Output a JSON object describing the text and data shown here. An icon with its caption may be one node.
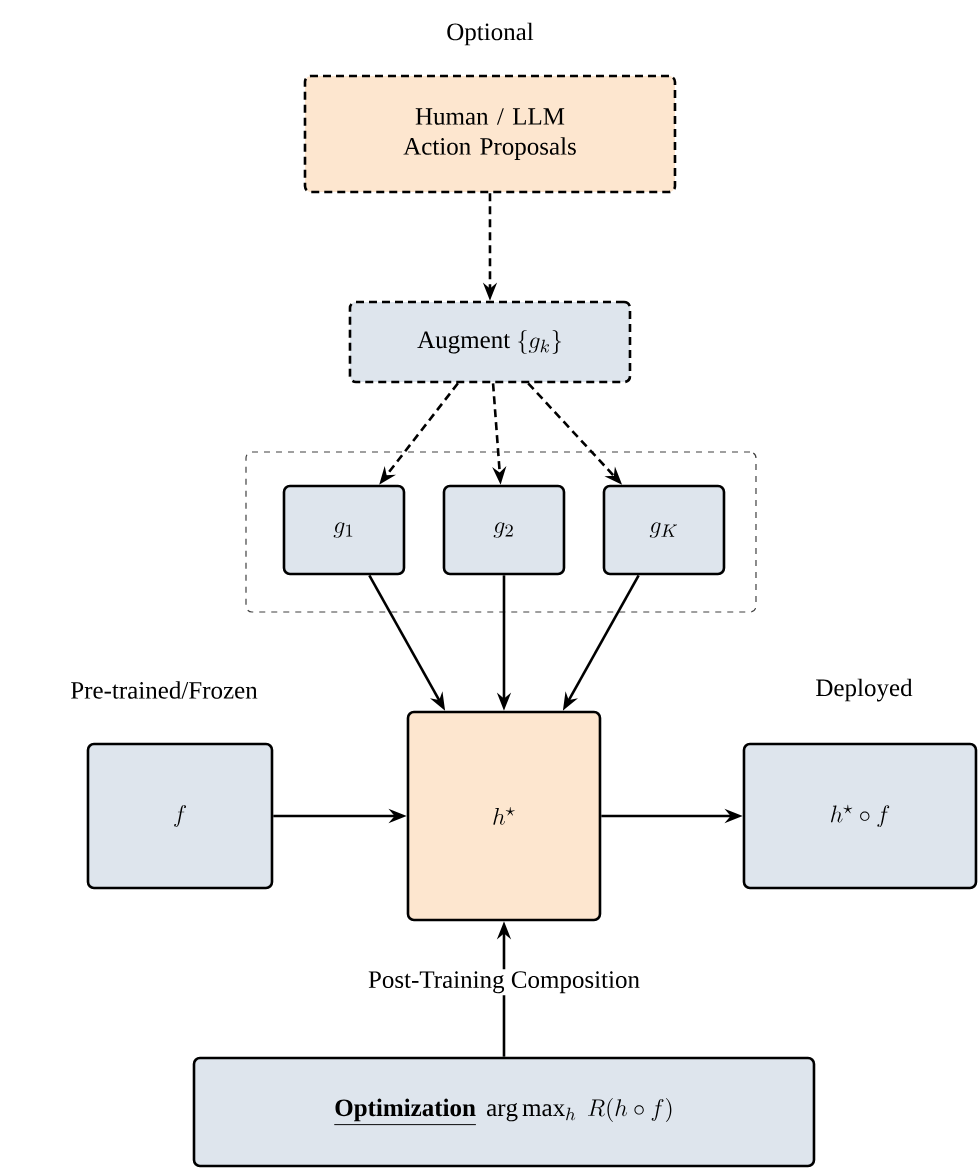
{
  "diagram": {
    "nodes": [
      {
        "text": [
          "Human / LLM Action Proposals"
        ],
        "beside": [
          "Optional"
        ]
      },
      {
        "text": [
          "\\text{Augment } \\{g_k\\}"
        ]
      },
      {
        "text": [],
        "shape": "box"
      },
      {
        "text": [
          "g_1"
        ],
        "in": 2
      },
      {
        "text": [
          "g_2"
        ],
        "in": 2
      },
      {
        "text": [
          "g_K"
        ],
        "in": 2
      },
      {
        "text": [
          "f"
        ],
        "beside": [
          "Pre-trained/Frozen"
        ]
      },
      {
        "text": [
          "h^\\star"
        ]
      },
      {
        "text": [
          "h^\\star \\circ f"
        ],
        "beside": [
          "Deployed"
        ]
      },
      {
        "text": [
          "\\underline{\\textbf{Optimization}}\\ \\arg\\max_h\\ R(h \\circ f)"
        ]
      }
    ],
    "edges": [
      {
        "from": 0,
        "to": 1,
        "arrow": "to",
        "style": "dashed"
      },
      {
        "from": 1,
        "to": 3,
        "arrow": "to",
        "style": "dashed"
      },
      {
        "from": 1,
        "to": 4,
        "arrow": "to",
        "style": "dashed"
      },
      {
        "from": 1,
        "to": 5,
        "arrow": "to",
        "style": "dashed"
      },
      {
        "from": 3,
        "to": 7,
        "arrow": "to"
      },
      {
        "from": 4,
        "to": 7,
        "arrow": "to"
      },
      {
        "from": 5,
        "to": 7,
        "arrow": "to"
      },
      {
        "from": 6,
        "to": 7,
        "arrow": "to"
      },
      {
        "from": 7,
        "to": 8,
        "arrow": "to"
      },
      {
        "from": 9,
        "to": 7,
        "arrow": "to",
        "label": "Post-Training Composition"
      }
    ]
  }
}
